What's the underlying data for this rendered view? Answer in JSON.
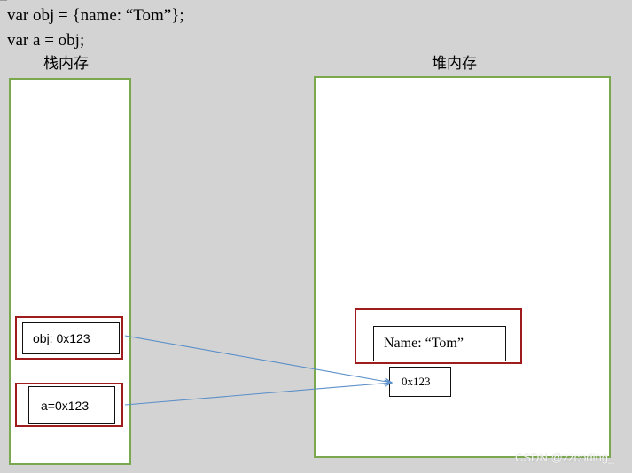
{
  "code": {
    "line1": "var obj = {name: “Tom”};",
    "line2": "var a = obj;"
  },
  "stack": {
    "title": "栈内存",
    "obj_cell": "obj: 0x123",
    "a_cell": "a=0x123"
  },
  "heap": {
    "title": "堆内存",
    "object_cell": "Name: “Tom”",
    "address_cell": "0x123"
  },
  "watermark": "CSDN @zzcoding_",
  "colors": {
    "background": "#d3d3d3",
    "region_border": "#7aa84e",
    "highlight_border": "#a01c1c",
    "arrow": "#5b8fc9"
  }
}
